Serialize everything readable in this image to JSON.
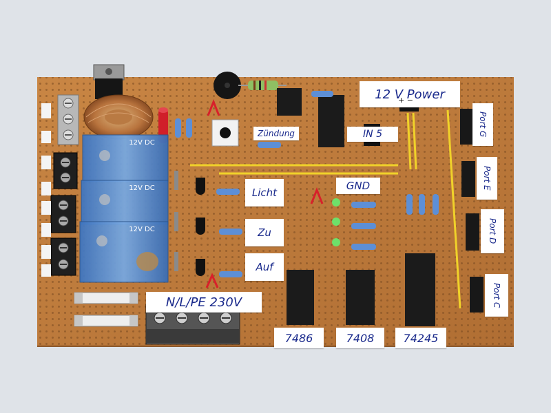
{
  "photo": {
    "labels": {
      "power": "12 V Power",
      "polarity": "+ −",
      "zuendung": "Zündung",
      "ic_label": "IN 5",
      "gnd": "GND",
      "licht": "Licht",
      "zu": "Zu",
      "auf": "Auf",
      "mains": "N/L/PE 230V",
      "chip_7486": "7486",
      "chip_7408": "7408",
      "chip_74245": "74245",
      "port_g": "Port G",
      "port_e": "Port E",
      "port_d": "Port D",
      "port_c": "Port C"
    },
    "relay_text": "12V DC",
    "colors": {
      "background": "#dfe3e8",
      "board": "#c07c3d",
      "label_ink": "#1a2a8c",
      "relay": "#4f86cc",
      "wire": "#f0d22a"
    }
  }
}
